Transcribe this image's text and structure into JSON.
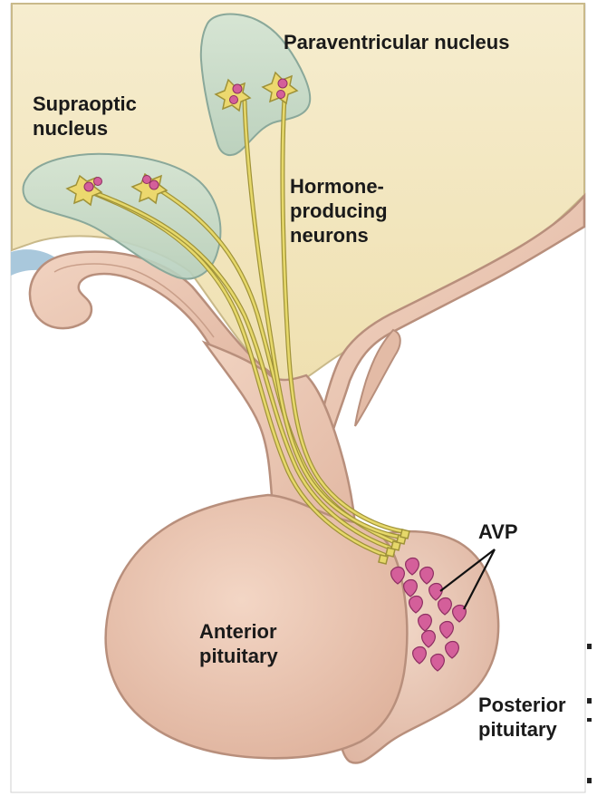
{
  "labels": {
    "paraventricular": "Paraventricular nucleus",
    "supraoptic": "Supraoptic\nnucleus",
    "hormone": "Hormone-\nproducing\nneurons",
    "avp": "AVP",
    "anterior": "Anterior\npituitary",
    "posterior": "Posterior\npituitary"
  },
  "colors": {
    "brain": "#f4e9c4",
    "brain_edge": "#c9b98a",
    "tissue": "#ecc8b4",
    "tissue_edge": "#b88f7c",
    "nucleus": "#c9dccb",
    "nucleus_edge": "#8aa89a",
    "axon": "#e6d86a",
    "axon_edge": "#9f9238",
    "vesicle": "#d45f9a",
    "background_blue": "#a9c8dc"
  }
}
